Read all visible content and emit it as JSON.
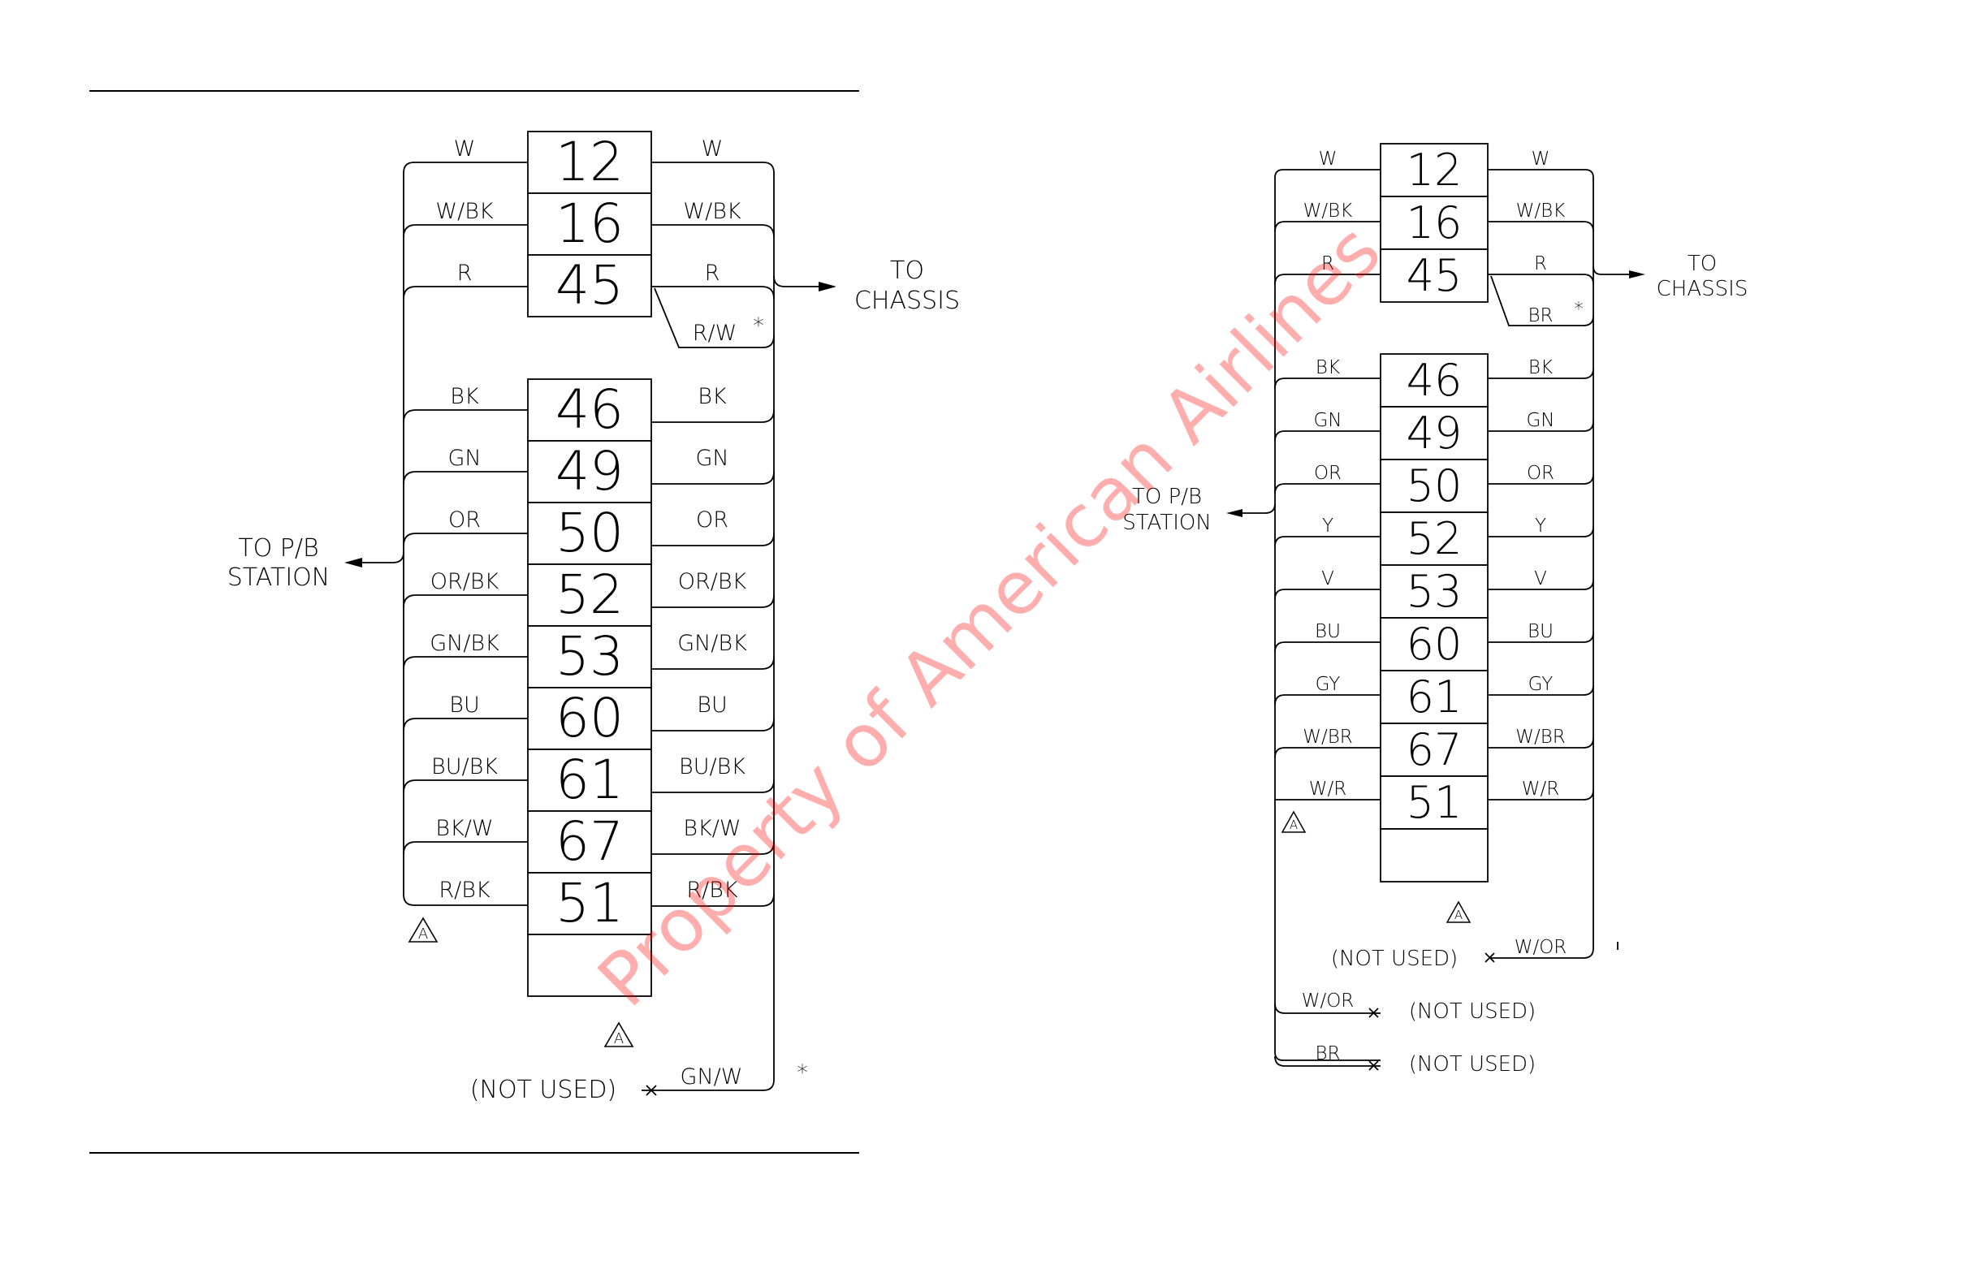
{
  "left_diagram": {
    "pins_top": [
      "12",
      "16",
      "45"
    ],
    "colors_top_left": [
      "W",
      "W/BK",
      "R"
    ],
    "colors_top_right": [
      "W",
      "W/BK",
      "R"
    ],
    "extra_wire": "R/W",
    "extra_star": "*",
    "pins_bottom": [
      "46",
      "49",
      "50",
      "52",
      "53",
      "60",
      "61",
      "67",
      "51"
    ],
    "colors_bottom": [
      "BK",
      "GN",
      "OR",
      "OR/BK",
      "GN/BK",
      "BU",
      "BU/BK",
      "BK/W",
      "R/BK"
    ],
    "to_chassis": [
      "TO",
      "CHASSIS"
    ],
    "to_station": [
      "TO P/B",
      "STATION"
    ],
    "note_a": "A",
    "not_used": "(NOT USED)",
    "not_used_wire": "GN/W",
    "not_used_star": "*"
  },
  "right_diagram": {
    "pins_top": [
      "12",
      "16",
      "45"
    ],
    "colors_top": [
      "W",
      "W/BK",
      "R"
    ],
    "extra_wire": "BR",
    "extra_star": "*",
    "pins_bottom": [
      "46",
      "49",
      "50",
      "52",
      "53",
      "60",
      "61",
      "67",
      "51"
    ],
    "colors_bottom": [
      "BK",
      "GN",
      "OR",
      "Y",
      "V",
      "BU",
      "GY",
      "W/BR",
      "W/R"
    ],
    "to_chassis": [
      "TO",
      "CHASSIS"
    ],
    "to_station": [
      "TO P/B",
      "STATION"
    ],
    "note_a": "A",
    "not_used": "(NOT USED)",
    "not_used_rows": [
      {
        "wire": "W/OR",
        "text": "(NOT USED)"
      },
      {
        "wire": "W/OR",
        "text": "(NOT USED)"
      },
      {
        "wire": "BR",
        "text": "(NOT USED)"
      }
    ]
  },
  "watermark": "Property of American Airlines",
  "colors": {
    "ink": "#000000",
    "watermark": "#ff0000"
  }
}
